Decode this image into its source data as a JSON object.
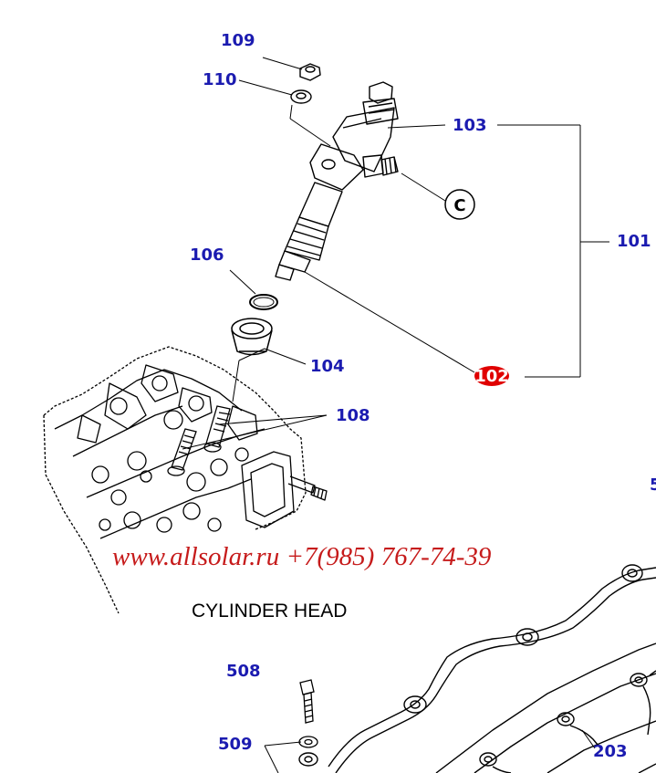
{
  "colors": {
    "label": "#1b1bb0",
    "line": "#000000",
    "watermark": "#c61b1b",
    "badge": "#e00000"
  },
  "callouts": [
    "109",
    "110",
    "103",
    "101",
    "106",
    "104",
    "102",
    "108",
    "508",
    "509",
    "203",
    "5"
  ],
  "circled_ref": "C",
  "section_title": "CYLINDER HEAD",
  "watermark": "www.allsolar.ru +7(985) 767-74-39"
}
